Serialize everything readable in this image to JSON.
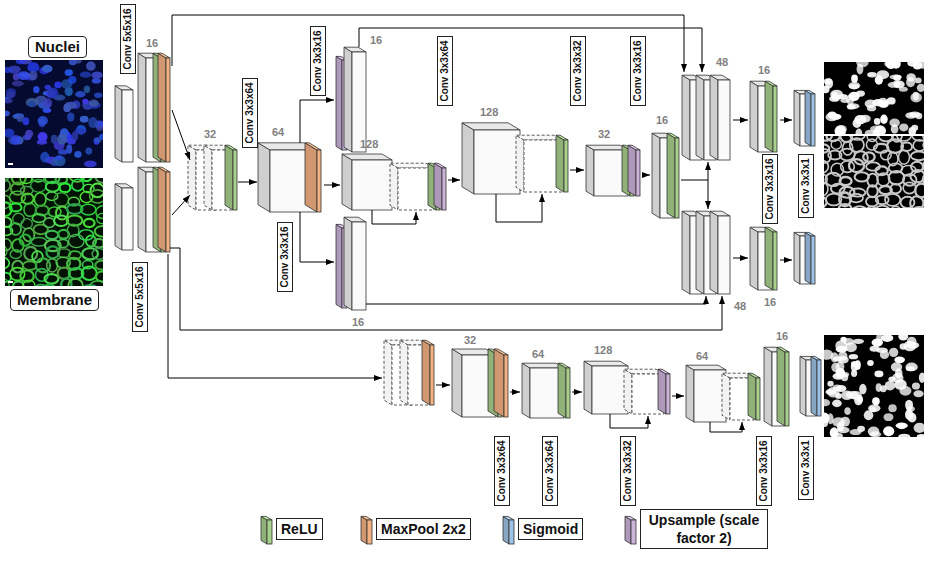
{
  "diagram": {
    "nodes": [
      {
        "text": [
          "Nuclei"
        ]
      },
      {
        "text": [
          "Membrane"
        ]
      },
      {
        "text": [
          "Conv 5x5x16"
        ]
      },
      {
        "text": [
          "Conv 5x5x16"
        ]
      },
      {
        "text": [
          "Conv 3x3x64"
        ]
      },
      {
        "text": [
          "Conv 3x3x16"
        ]
      },
      {
        "text": [
          "Conv 3x3x16"
        ]
      },
      {
        "text": [
          "Conv 3x3x64"
        ]
      },
      {
        "text": [
          "Conv 3x3x32"
        ]
      },
      {
        "text": [
          "Conv 3x3x16"
        ]
      },
      {
        "text": [
          "Conv 3x3x16"
        ]
      },
      {
        "text": [
          "Conv 3x3x1"
        ]
      },
      {
        "text": [
          "Conv 3x3x64"
        ]
      },
      {
        "text": [
          "Conv 3x3x64"
        ]
      },
      {
        "text": [
          "Conv 3x3x32"
        ]
      },
      {
        "text": [
          "Conv 3x3x16"
        ]
      },
      {
        "text": [
          "Conv 3x3x1"
        ]
      }
    ],
    "labels": [
      "16",
      "32",
      "64",
      "16",
      "16",
      "128",
      "128",
      "32",
      "16",
      "48",
      "16",
      "48",
      "16",
      "32",
      "64",
      "128",
      "64",
      "16"
    ],
    "legend": [
      {
        "text": "ReLU",
        "color": "#a9d18e"
      },
      {
        "text": "MaxPool 2x2",
        "color": "#f4b183"
      },
      {
        "text": "Sigmoid",
        "color": "#9dc3e6"
      },
      {
        "text": "Upsample (scale factor 2)",
        "color": "#cdb4db"
      }
    ]
  }
}
